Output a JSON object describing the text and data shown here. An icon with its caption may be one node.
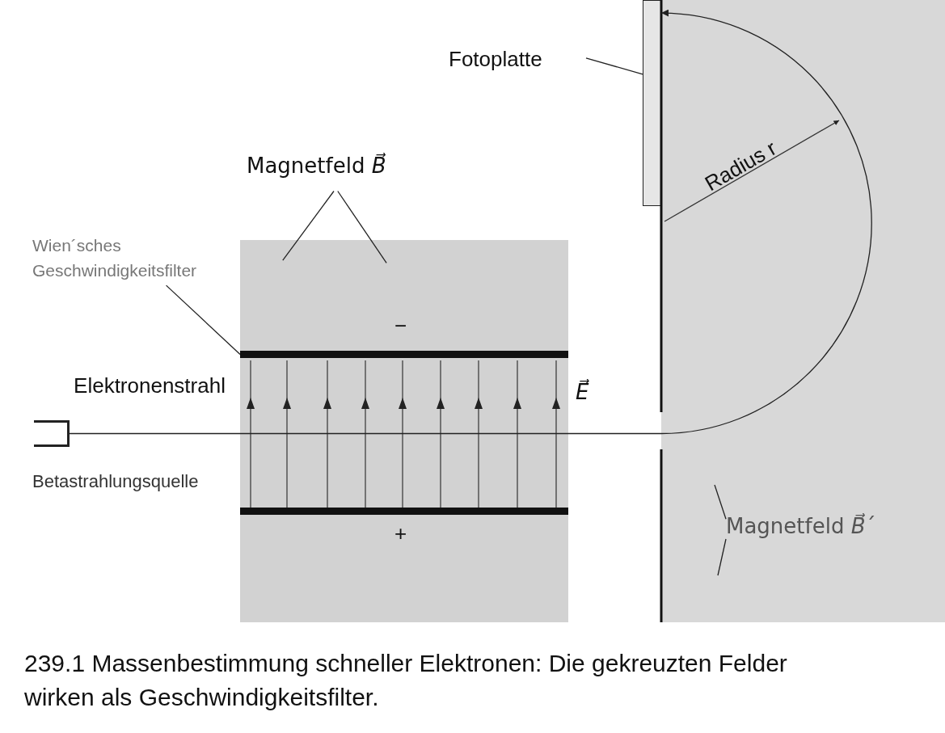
{
  "diagram": {
    "caption": "239.1 Massenbestimmung schneller Elektronen: Die gekreuzten Felder wirken als Geschwindigkeitsfilter.",
    "nodes": [
      {
        "text": [
          "Fotoplatte"
        ]
      },
      {
        "text": [],
        "shape": "bar"
      },
      {
        "text": [
          "Magnetfeld *B⃗*"
        ]
      },
      {
        "text": [],
        "shape": "box"
      },
      {
        "text": [
          "Wien´sches Geschwindigkeitsfilter"
        ]
      },
      {
        "text": [],
        "shape": "bar",
        "in": 3
      },
      {
        "text": [
          "Magnetfeld *B⃗*´"
        ]
      },
      {
        "text": [],
        "shape": "box",
        "beside": [
          "Betastrahlungsquelle"
        ]
      }
    ],
    "edges": [
      {
        "from": 0,
        "to": 1,
        "arrow": "none"
      },
      {
        "from": 2,
        "to": 3,
        "arrow": "none"
      },
      {
        "from": 2,
        "to": 3,
        "arrow": "none"
      },
      {
        "from": 4,
        "to": 5,
        "arrow": "none"
      },
      {
        "from": 6,
        "to": null,
        "arrow": "none"
      },
      {
        "from": 6,
        "to": null,
        "arrow": "none"
      },
      {
        "from": 7,
        "to": 1,
        "arrow": "to"
      }
    ],
    "labels": [
      "Elektronenstrahl",
      "−",
      "*E⃗*",
      "+",
      "Radius r"
    ]
  }
}
